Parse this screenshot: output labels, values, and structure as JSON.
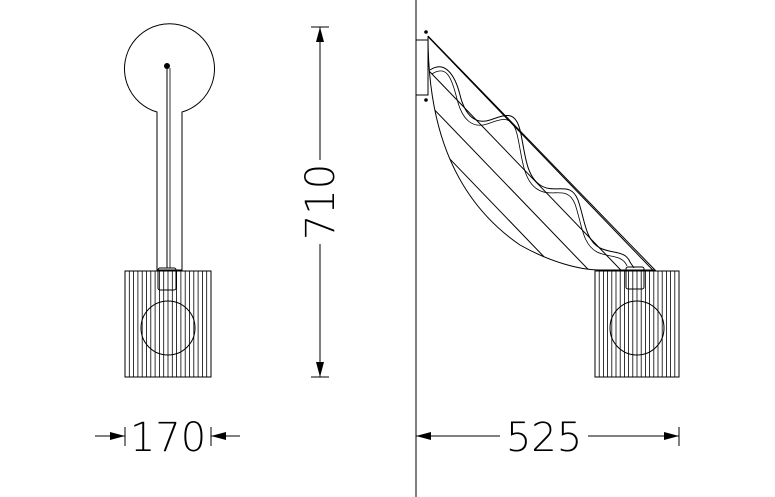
{
  "dimensions": {
    "height": "710",
    "width_front": "170",
    "depth_side": "525"
  }
}
